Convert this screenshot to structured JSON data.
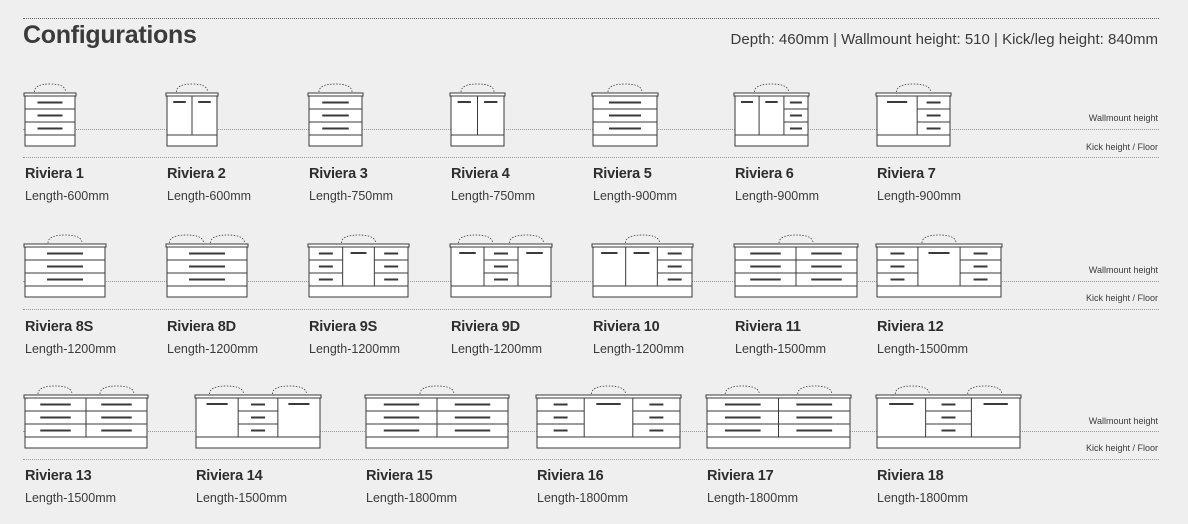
{
  "header": {
    "title": "Configurations",
    "specs": "Depth: 460mm | Wallmount height: 510 | Kick/leg height: 840mm"
  },
  "guides": {
    "wallmount_label": "Wallmount height",
    "kick_label": "Kick height / Floor"
  },
  "configurations": [
    {
      "name": "Riviera 1",
      "length": "Length-600mm"
    },
    {
      "name": "Riviera 2",
      "length": "Length-600mm"
    },
    {
      "name": "Riviera 3",
      "length": "Length-750mm"
    },
    {
      "name": "Riviera 4",
      "length": "Length-750mm"
    },
    {
      "name": "Riviera 5",
      "length": "Length-900mm"
    },
    {
      "name": "Riviera 6",
      "length": "Length-900mm"
    },
    {
      "name": "Riviera 7",
      "length": "Length-900mm"
    },
    {
      "name": "Riviera 8S",
      "length": "Length-1200mm"
    },
    {
      "name": "Riviera 8D",
      "length": "Length-1200mm"
    },
    {
      "name": "Riviera 9S",
      "length": "Length-1200mm"
    },
    {
      "name": "Riviera 9D",
      "length": "Length-1200mm"
    },
    {
      "name": "Riviera 10",
      "length": "Length-1200mm"
    },
    {
      "name": "Riviera 11",
      "length": "Length-1500mm"
    },
    {
      "name": "Riviera 12",
      "length": "Length-1500mm"
    },
    {
      "name": "Riviera 13",
      "length": "Length-1500mm"
    },
    {
      "name": "Riviera 14",
      "length": "Length-1500mm"
    },
    {
      "name": "Riviera 15",
      "length": "Length-1800mm"
    },
    {
      "name": "Riviera 16",
      "length": "Length-1800mm"
    },
    {
      "name": "Riviera 17",
      "length": "Length-1800mm"
    },
    {
      "name": "Riviera 18",
      "length": "Length-1800mm"
    }
  ]
}
